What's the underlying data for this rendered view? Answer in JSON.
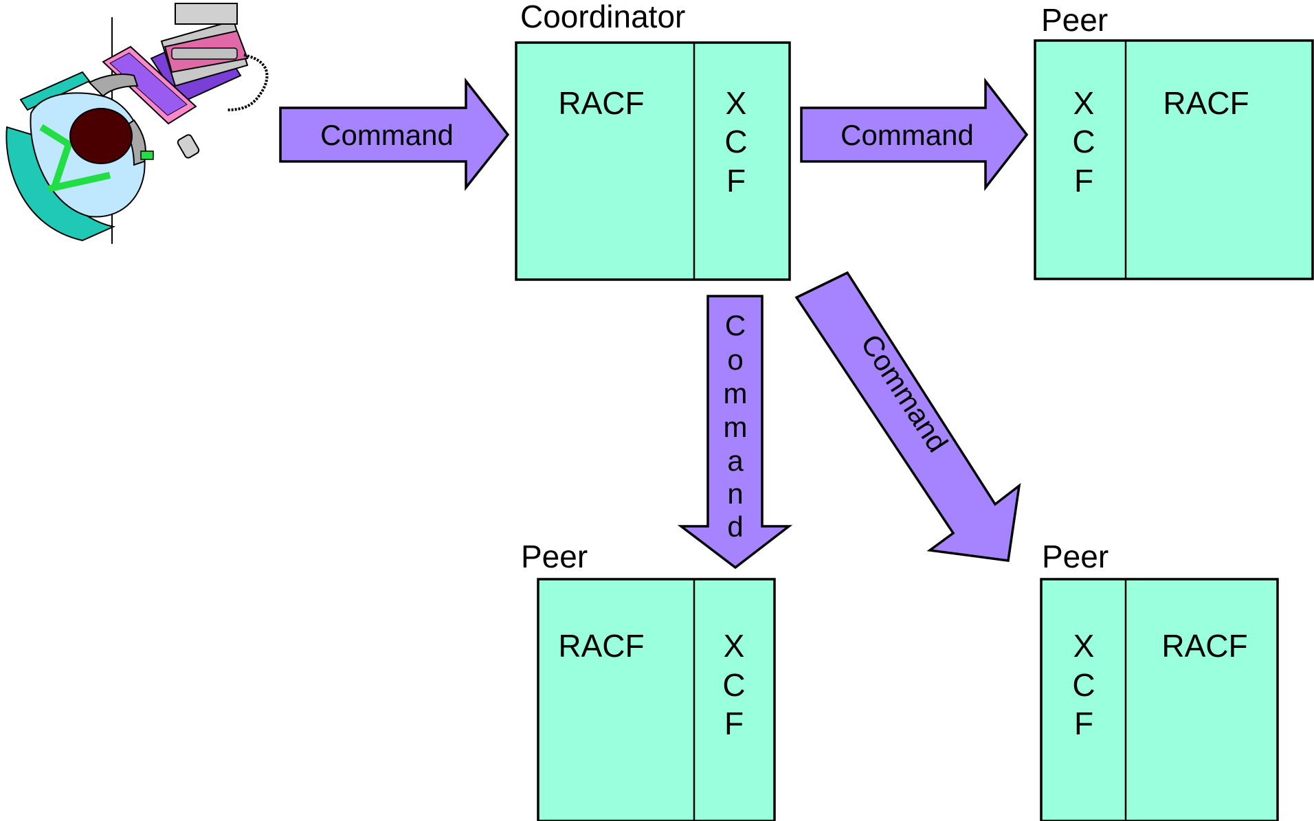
{
  "colors": {
    "node_fill": "#99ffdd",
    "arrow_fill": "#a684ff",
    "outline": "#000000"
  },
  "user": {
    "icon": "user-at-workstation-icon"
  },
  "nodes": [
    {
      "id": "coordinator",
      "title": "Coordinator",
      "left_label": "RACF",
      "right_label": [
        "X",
        "C",
        "F"
      ]
    },
    {
      "id": "peer-top-right",
      "title": "Peer",
      "left_label": [
        "X",
        "C",
        "F"
      ],
      "right_label": "RACF"
    },
    {
      "id": "peer-bottom-left",
      "title": "Peer",
      "left_label": "RACF",
      "right_label": [
        "X",
        "C",
        "F"
      ]
    },
    {
      "id": "peer-bottom-right",
      "title": "Peer",
      "left_label": [
        "X",
        "C",
        "F"
      ],
      "right_label": "RACF"
    }
  ],
  "arrows": [
    {
      "id": "user-to-coordinator",
      "label": "Command"
    },
    {
      "id": "coordinator-to-peer-right",
      "label": "Command"
    },
    {
      "id": "coordinator-to-peer-down",
      "label": [
        "C",
        "o",
        "m",
        "m",
        "a",
        "n",
        "d"
      ]
    },
    {
      "id": "coordinator-to-peer-diagonal",
      "label": "Command"
    }
  ]
}
